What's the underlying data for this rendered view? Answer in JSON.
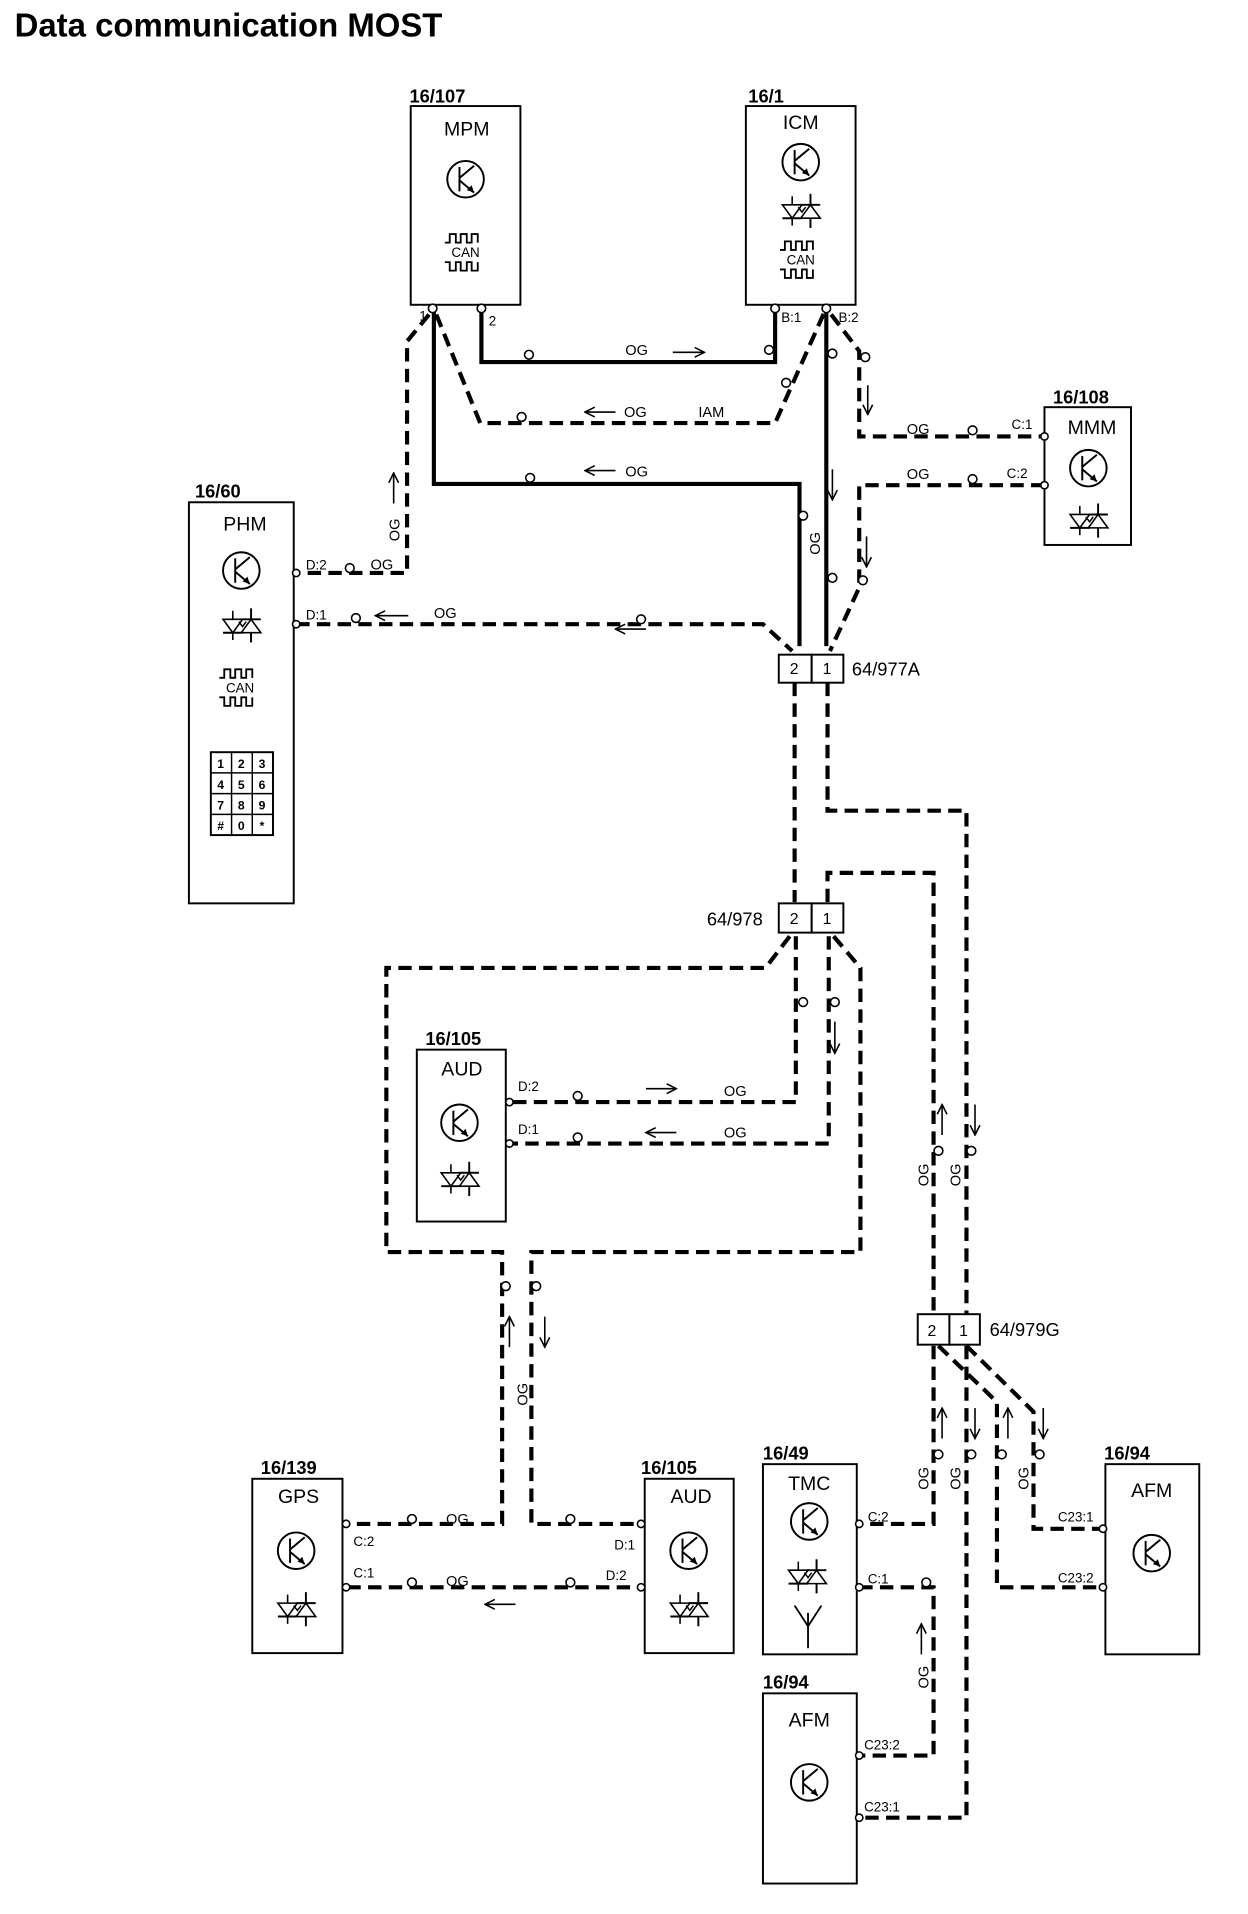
{
  "title": "Data communication MOST",
  "wire_color": "OG",
  "modules": {
    "mpm": {
      "id": "16/107",
      "name": "MPM",
      "pins": [
        "1",
        "2"
      ],
      "symbols": [
        "transistor-icon",
        "can-bus-icon"
      ],
      "can_label": "CAN"
    },
    "icm": {
      "id": "16/1",
      "name": "ICM",
      "pins": [
        "B:1",
        "B:2"
      ],
      "symbols": [
        "transistor-icon",
        "optical-diode-icon",
        "can-bus-icon"
      ],
      "can_label": "CAN"
    },
    "mmm": {
      "id": "16/108",
      "name": "MMM",
      "pins": [
        "C:1",
        "C:2"
      ],
      "symbols": [
        "transistor-icon",
        "optical-diode-icon"
      ]
    },
    "phm": {
      "id": "16/60",
      "name": "PHM",
      "pins": [
        "D:2",
        "D:1"
      ],
      "symbols": [
        "transistor-icon",
        "optical-diode-icon",
        "can-bus-icon",
        "keypad-icon"
      ],
      "can_label": "CAN",
      "keypad": [
        "1",
        "2",
        "3",
        "4",
        "5",
        "6",
        "7",
        "8",
        "9",
        "#",
        "0",
        "*"
      ]
    },
    "aud_upper": {
      "id": "16/105",
      "name": "AUD",
      "pins": [
        "D:2",
        "D:1"
      ],
      "symbols": [
        "transistor-icon",
        "optical-diode-icon"
      ]
    },
    "gps": {
      "id": "16/139",
      "name": "GPS",
      "pins": [
        "C:2",
        "C:1"
      ],
      "symbols": [
        "transistor-icon",
        "optical-diode-icon"
      ]
    },
    "aud_lower": {
      "id": "16/105",
      "name": "AUD",
      "pins": [
        "D:1",
        "D:2"
      ],
      "symbols": [
        "transistor-icon",
        "optical-diode-icon"
      ]
    },
    "tmc": {
      "id": "16/49",
      "name": "TMC",
      "pins": [
        "C:2",
        "C:1"
      ],
      "symbols": [
        "transistor-icon",
        "optical-diode-icon",
        "antenna-icon"
      ]
    },
    "afm_right": {
      "id": "16/94",
      "name": "AFM",
      "pins": [
        "C23:1",
        "C23:2"
      ],
      "symbols": [
        "transistor-icon"
      ]
    },
    "afm_bottom": {
      "id": "16/94",
      "name": "AFM",
      "pins": [
        "C23:2",
        "C23:1"
      ],
      "symbols": [
        "transistor-icon"
      ]
    }
  },
  "connectors": {
    "c977a": {
      "id": "64/977A",
      "cavities": [
        "2",
        "1"
      ]
    },
    "c978": {
      "id": "64/978",
      "cavities": [
        "2",
        "1"
      ]
    },
    "c979g": {
      "id": "64/979G",
      "cavities": [
        "2",
        "1"
      ]
    }
  },
  "wire_labels": {
    "iam": "IAM"
  }
}
